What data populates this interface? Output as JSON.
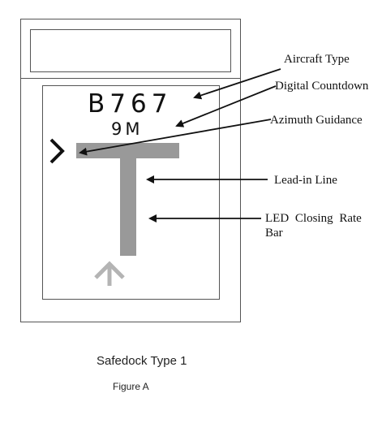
{
  "display": {
    "aircraft_type": "B767",
    "countdown": "9M"
  },
  "labels": {
    "aircraft_type": "Aircraft Type",
    "digital_countdown": "Digital Countdown",
    "azimuth_guidance": "Azimuth Guidance",
    "lead_in_line": "Lead-in Line",
    "closing_rate_line1": "LED Closing Rate",
    "closing_rate_line2": "Bar"
  },
  "caption": {
    "title": "Safedock Type 1",
    "figure": "Figure A"
  },
  "colors": {
    "outline": "#555555",
    "guidance_bar": "#999999",
    "arrow_light": "#b4b4b4",
    "chevron": "#111111"
  }
}
